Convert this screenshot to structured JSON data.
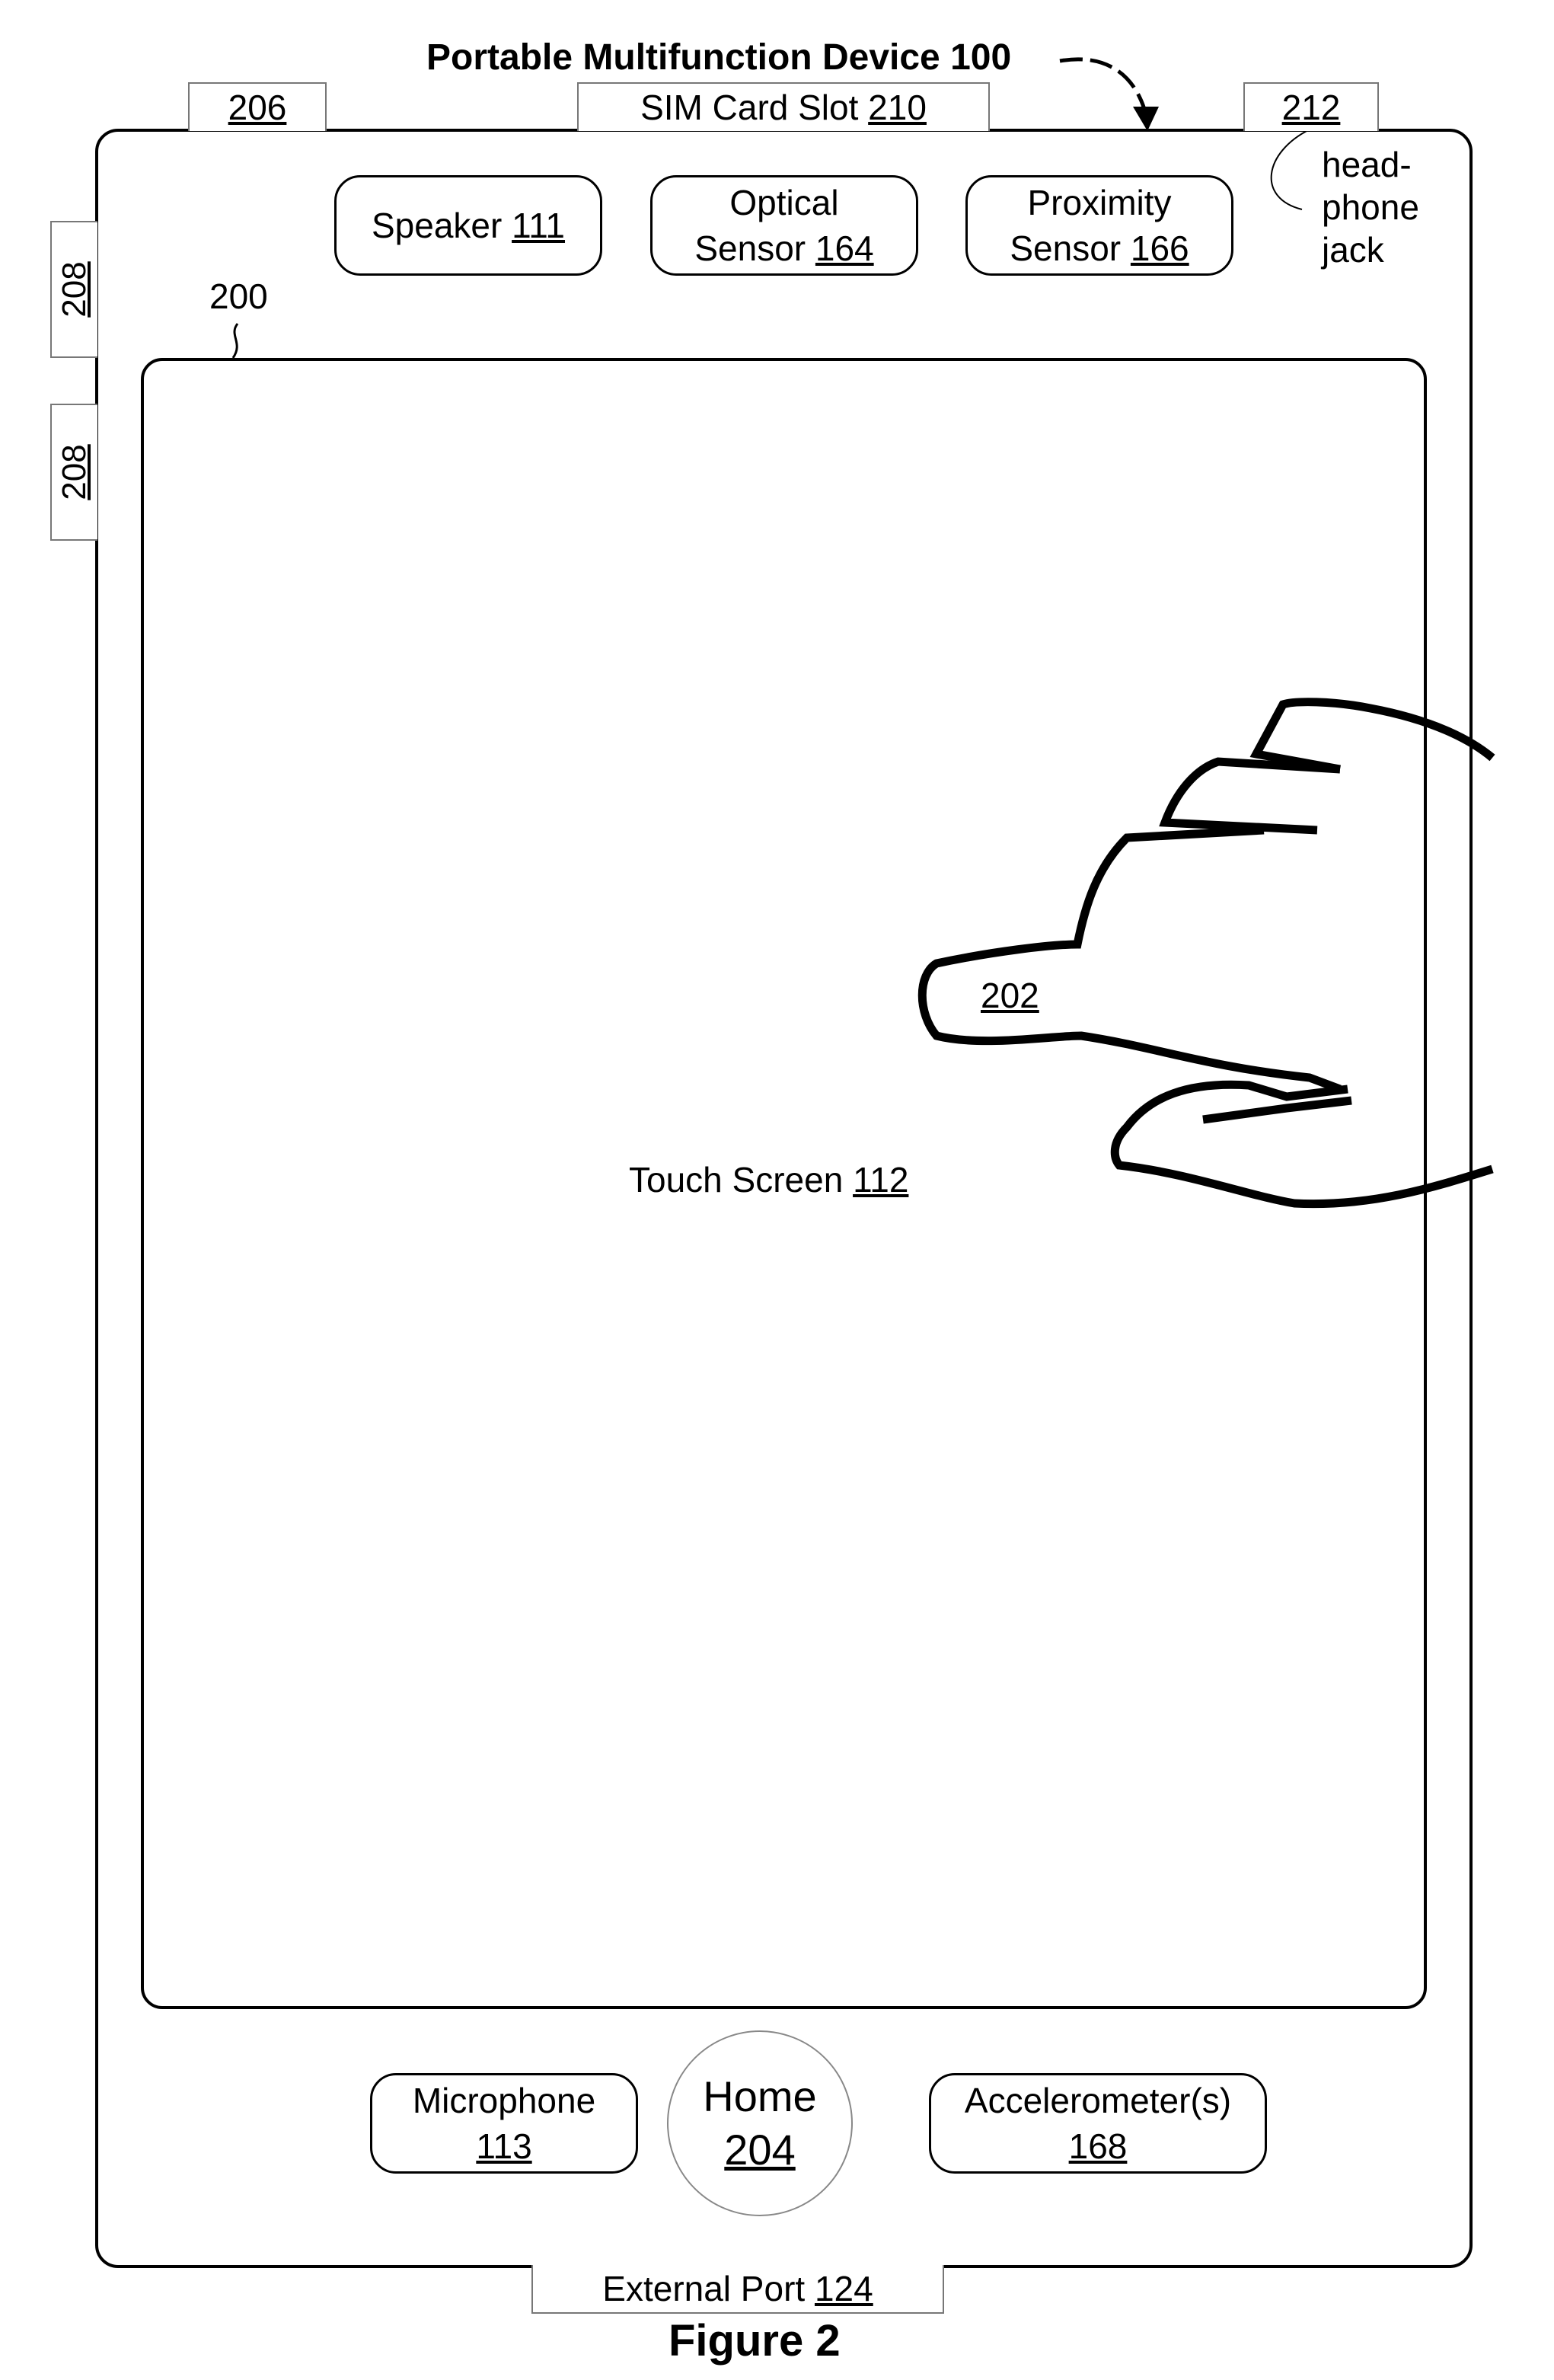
{
  "title": "Portable Multifunction Device 100",
  "figure_caption": "Figure 2",
  "top_tabs": {
    "left_ref": "206",
    "sim_label": "SIM Card Slot",
    "sim_ref": "210",
    "right_ref": "212"
  },
  "headphone_label": [
    "head-",
    "phone",
    "jack"
  ],
  "side_buttons": [
    "208",
    "208"
  ],
  "top_components": [
    {
      "line1": "Speaker",
      "ref": "111"
    },
    {
      "line1": "Optical",
      "line2": "Sensor",
      "ref": "164"
    },
    {
      "line1": "Proximity",
      "line2": "Sensor",
      "ref": "166"
    }
  ],
  "screen_ref": "200",
  "touch_screen": {
    "label": "Touch Screen",
    "ref": "112"
  },
  "finger_ref": "202",
  "bottom_components": {
    "microphone": {
      "label": "Microphone",
      "ref": "113"
    },
    "home": {
      "label": "Home",
      "ref": "204"
    },
    "accelerometer": {
      "label": "Accelerometer(s)",
      "ref": "168"
    }
  },
  "external_port": {
    "label": "External Port",
    "ref": "124"
  }
}
